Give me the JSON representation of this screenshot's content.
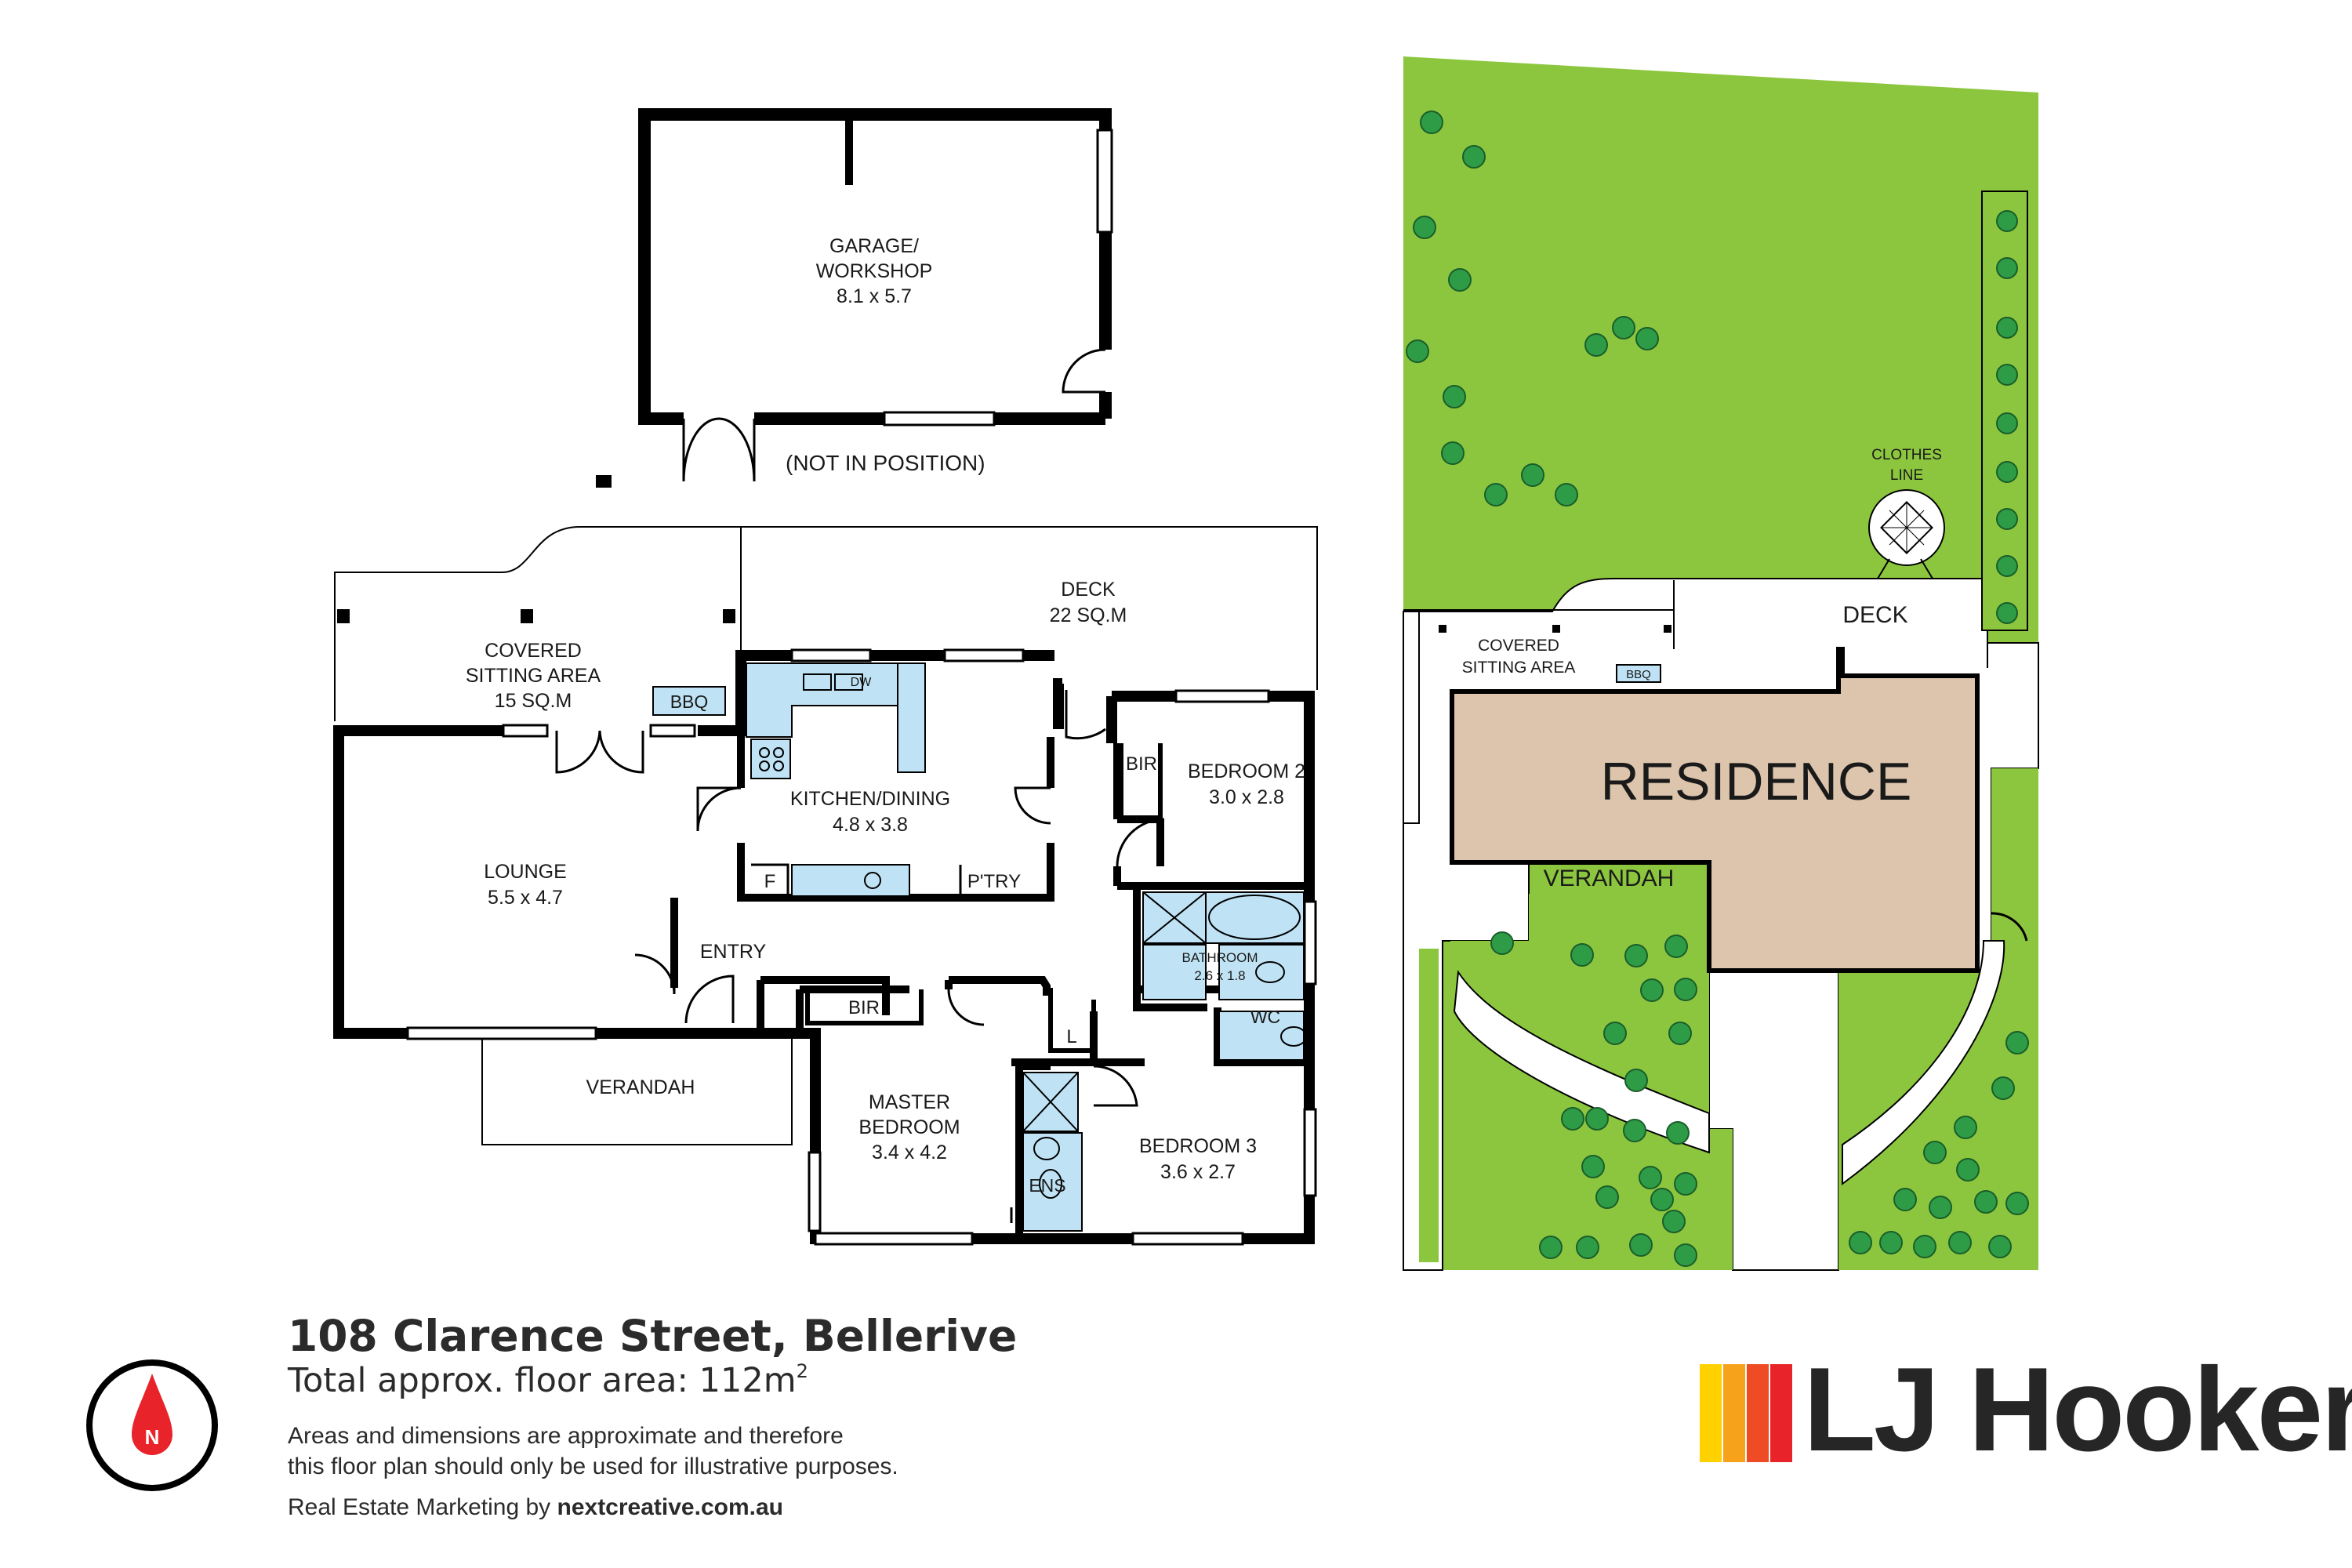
{
  "garage": {
    "name": "GARAGE/",
    "name2": "WORKSHOP",
    "dims": "8.1 x 5.7",
    "note": "(NOT IN POSITION)"
  },
  "floorplan": {
    "deck_label": "DECK",
    "deck_area": "22 SQ.M",
    "covered_label1": "COVERED",
    "covered_label2": "SITTING AREA",
    "covered_area": "15 SQ.M",
    "bbq": "BBQ",
    "kitchen": "KITCHEN/DINING",
    "kitchen_dims": "4.8 x 3.8",
    "dw": "DW",
    "fridge": "F",
    "pantry": "P'TRY",
    "lounge": "LOUNGE",
    "lounge_dims": "5.5 x 4.7",
    "entry": "ENTRY",
    "verandah": "VERANDAH",
    "bir": "BIR",
    "bedroom2": "BEDROOM 2",
    "bedroom2_dims": "3.0 x 2.8",
    "bathroom": "BATHROOM",
    "bathroom_dims": "2.6 x 1.8",
    "wc": "WC",
    "linen": "L",
    "master1": "MASTER",
    "master2": "BEDROOM",
    "master_dims": "3.4 x 4.2",
    "ens": "ENS",
    "bedroom3": "BEDROOM 3",
    "bedroom3_dims": "3.6 x 2.7"
  },
  "siteplan": {
    "clothes1": "CLOTHES",
    "clothes2": "LINE",
    "deck": "DECK",
    "covered1": "COVERED",
    "covered2": "SITTING AREA",
    "bbq": "BBQ",
    "residence": "RESIDENCE",
    "verandah": "VERANDAH"
  },
  "footer": {
    "address": "108 Clarence Street, Bellerive",
    "area_text": "Total approx. floor area: 112m",
    "area_sup": "2",
    "disclaimer_line1": "Areas and dimensions are approximate and therefore",
    "disclaimer_line2": "this floor plan should only be used for illustrative purposes.",
    "credit_prefix": "Real Estate Marketing by ",
    "credit_site": "nextcreative.com.au",
    "compass_letter": "N"
  },
  "brand": {
    "name": "LJ Hooker",
    "stripe_colors": [
      "#ffd100",
      "#f7a21b",
      "#ef4b24",
      "#e8242a"
    ]
  },
  "colors": {
    "wall": "#000000",
    "lawn": "#8cc63f",
    "residence": "#ddc4ac",
    "fixture": "#bfe3f5",
    "compass_red": "#e8242a"
  }
}
